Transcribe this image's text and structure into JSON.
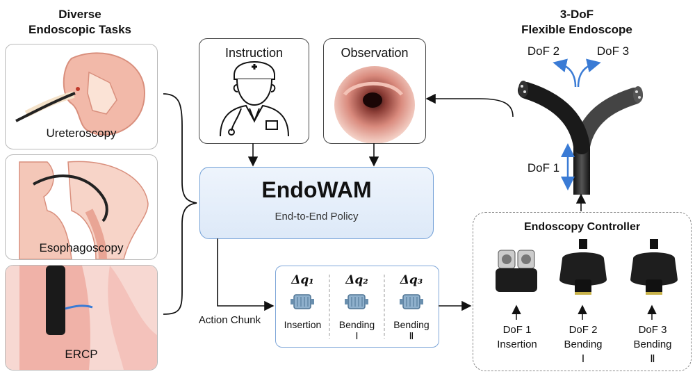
{
  "tasks": {
    "title_line1": "Diverse",
    "title_line2": "Endoscopic Tasks",
    "items": [
      {
        "label": "Ureteroscopy"
      },
      {
        "label": "Esophagoscopy"
      },
      {
        "label": "ERCP"
      }
    ]
  },
  "inputs": {
    "instruction_label": "Instruction",
    "observation_label": "Observation"
  },
  "model": {
    "name": "EndoWAM",
    "subtitle": "End-to-End Policy"
  },
  "action_chunk": {
    "label": "Action Chunk",
    "items": [
      {
        "symbol": "Δq₁",
        "label_line1": "Insertion",
        "label_line2": ""
      },
      {
        "symbol": "Δq₂",
        "label_line1": "Bending",
        "label_line2": "Ⅰ"
      },
      {
        "symbol": "Δq₃",
        "label_line1": "Bending",
        "label_line2": "Ⅱ"
      }
    ]
  },
  "endoscope": {
    "title_line1": "3-DoF",
    "title_line2": "Flexible Endoscope",
    "dof1": "DoF 1",
    "dof2": "DoF 2",
    "dof3": "DoF 3"
  },
  "controller": {
    "title": "Endoscopy Controller",
    "items": [
      {
        "dof": "DoF 1",
        "label_line1": "Insertion",
        "label_line2": ""
      },
      {
        "dof": "DoF 2",
        "label_line1": "Bending",
        "label_line2": "Ⅰ"
      },
      {
        "dof": "DoF 3",
        "label_line1": "Bending",
        "label_line2": "Ⅱ"
      }
    ]
  },
  "colors": {
    "accent_blue": "#3a7bd5",
    "model_border": "#6f9ed6"
  }
}
